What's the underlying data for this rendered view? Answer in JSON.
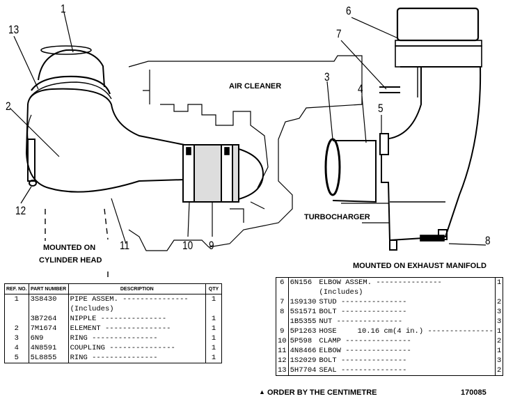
{
  "callouts": [
    "1",
    "2",
    "3",
    "4",
    "5",
    "6",
    "7",
    "8",
    "9",
    "10",
    "11",
    "12",
    "13"
  ],
  "labels": {
    "air_cleaner": "AIR CLEANER",
    "turbocharger": "TURBOCHARGER",
    "mounted_head_1": "MOUNTED ON",
    "mounted_head_2": "CYLINDER HEAD",
    "mounted_manifold": "MOUNTED ON EXHAUST MANIFOLD"
  },
  "table_headers": {
    "ref": "REF. NO.",
    "part": "PART NUMBER",
    "desc": "DESCRIPTION",
    "qty": "QTY"
  },
  "left_rows": [
    {
      "ref": "1",
      "part": "3S8430",
      "desc": "PIPE ASSEM.",
      "qty": "1"
    },
    {
      "ref": "",
      "part": "",
      "desc": "(Includes)",
      "qty": ""
    },
    {
      "ref": "",
      "part": "3B7264",
      "desc": "NIPPLE",
      "qty": "1"
    },
    {
      "ref": "2",
      "part": "7M1674",
      "desc": "ELEMENT",
      "qty": "1"
    },
    {
      "ref": "3",
      "part": "6N9",
      "desc": "RING",
      "qty": "1"
    },
    {
      "ref": "4",
      "part": "4N8591",
      "desc": "COUPLING",
      "qty": "1"
    },
    {
      "ref": "5",
      "part": "5L8855",
      "desc": "RING",
      "qty": "1"
    }
  ],
  "right_rows": [
    {
      "ref": "6",
      "part": "6N156",
      "desc": "ELBOW ASSEM.",
      "qty": "1"
    },
    {
      "ref": "",
      "part": "",
      "desc": "(Includes)",
      "qty": ""
    },
    {
      "ref": "7",
      "part": "1S9130",
      "desc": "STUD",
      "qty": "2"
    },
    {
      "ref": "8",
      "part": "5S1571",
      "desc": "BOLT",
      "qty": "3"
    },
    {
      "ref": "",
      "part": "1B5355",
      "desc": "NUT",
      "qty": "3"
    },
    {
      "ref": "9",
      "part": "5P1263",
      "desc": "HOSE",
      "note": "10.16 cm(4 in.)",
      "qty": "1"
    },
    {
      "ref": "10",
      "part": "5P598",
      "desc": "CLAMP",
      "qty": "2"
    },
    {
      "ref": "11",
      "part": "4N8466",
      "desc": "ELBOW",
      "qty": "1"
    },
    {
      "ref": "12",
      "part": "1S2029",
      "desc": "BOLT",
      "qty": "3"
    },
    {
      "ref": "13",
      "part": "5H7704",
      "desc": "SEAL",
      "qty": "2"
    }
  ],
  "footnote": "ORDER BY THE CENTIMETRE",
  "figure_number": "170085"
}
